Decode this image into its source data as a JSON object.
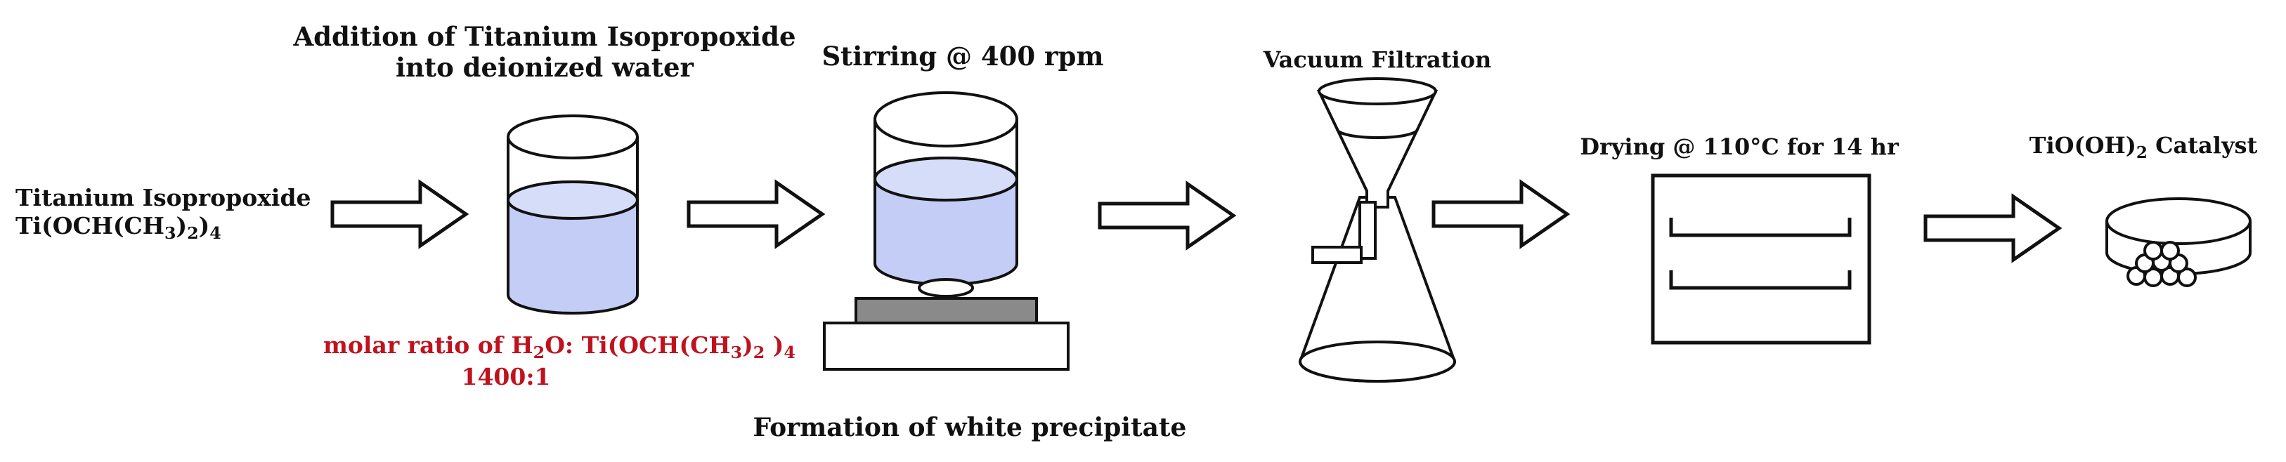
{
  "colors": {
    "text": "#111111",
    "highlight": "#c0121e",
    "liquid": "#c3cdf5",
    "outline": "#111111"
  },
  "steps": {
    "precursor": {
      "line1": "Titanium Isopropoxide",
      "formula": {
        "a": "Ti(OCH(CH",
        "s1": "3",
        "b": ")",
        "s2": "2",
        "c": ")",
        "s3": "4"
      }
    },
    "addition": {
      "title_line1": "Addition of Titanium Isopropoxide",
      "title_line2": "into deionized water",
      "ratio": {
        "a": "molar ratio of H",
        "s1": "2",
        "b": "O: Ti(OCH(CH",
        "s2": "3",
        "c": ")",
        "s3": "2",
        "d": " )",
        "s4": "4"
      },
      "ratio_value": "1400:1"
    },
    "stirring": {
      "title": "Stirring @ 400 rpm",
      "caption": "Formation of white precipitate"
    },
    "filtration": {
      "title": "Vacuum Filtration"
    },
    "drying": {
      "title": "Drying @ 110°C for 14 hr"
    },
    "catalyst": {
      "a": "TiO(OH)",
      "s1": "2",
      "b": " Catalyst"
    }
  },
  "icons": [
    "arrow-right-icon",
    "beaker-icon",
    "stirrer-beaker-icon",
    "vacuum-filtration-icon",
    "oven-icon",
    "petri-dish-icon"
  ]
}
